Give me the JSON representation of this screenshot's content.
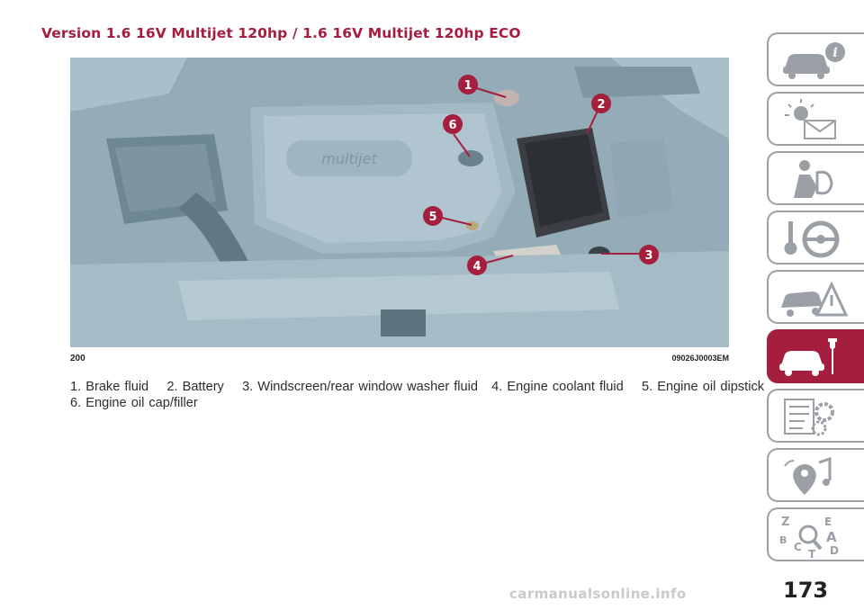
{
  "page": {
    "title": "Version 1.6 16V Multijet 120hp / 1.6 16V Multijet 120hp ECO",
    "page_number": "173",
    "watermark": "carmanualsonline.info"
  },
  "figure": {
    "left_code": "200",
    "right_code": "09026J0003EM",
    "engine_brand": "multijet",
    "callouts": [
      "1",
      "2",
      "3",
      "4",
      "5",
      "6"
    ]
  },
  "caption": {
    "line1": "1. Brake fluid    2. Battery    3. Windscreen/rear window washer fluid   4. Engine coolant fluid    5. Engine oil dipstick",
    "line2": "6. Engine oil cap/filler"
  },
  "sidebar": {
    "tabs": [
      {
        "icon": "car-info-icon",
        "active": false
      },
      {
        "icon": "warning-lights-message-icon",
        "active": false
      },
      {
        "icon": "airbag-safety-icon",
        "active": false
      },
      {
        "icon": "steering-wheel-key-icon",
        "active": false
      },
      {
        "icon": "car-emergency-icon",
        "active": false
      },
      {
        "icon": "car-service-wrench-icon",
        "active": true
      },
      {
        "icon": "technical-data-gears-icon",
        "active": false
      },
      {
        "icon": "multimedia-music-nav-icon",
        "active": false
      },
      {
        "icon": "index-search-icon",
        "active": false
      }
    ],
    "index_letters": [
      "Z",
      "E",
      "B",
      "A",
      "C",
      "T",
      "D"
    ]
  },
  "colors": {
    "accent": "#a51e3d",
    "callout": "#a51e3d",
    "tab_border": "#9aa0a6"
  }
}
